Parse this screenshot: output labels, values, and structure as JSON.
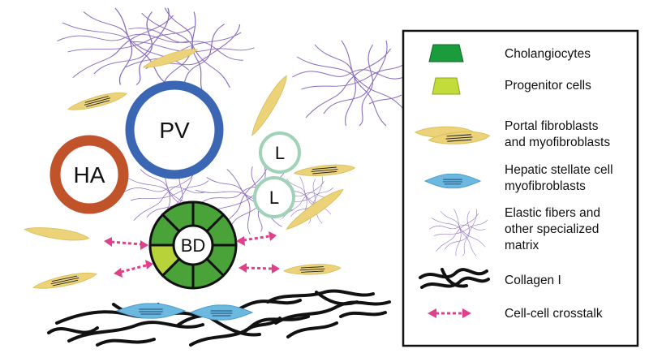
{
  "diagram": {
    "structures": {
      "portal_vein": "PV",
      "hepatic_artery": "HA",
      "bile_duct": "BD",
      "lymphatic_1": "L",
      "lymphatic_2": "L"
    },
    "colors": {
      "portal_vein": "#3a66b3",
      "hepatic_artery": "#c0532a",
      "lymphatic": "#9fd2b6",
      "cholangiocyte": "#4aa338",
      "progenitor": "#b8d23a",
      "fibroblast": "#ecd37a",
      "stellate": "#6bb8e0",
      "elastic_fiber": "#8a6bbd",
      "collagen": "#111111",
      "crosstalk": "#e0408a"
    }
  },
  "legend": {
    "items": [
      {
        "key": "cholangiocytes",
        "icon": "green-trapezoid-icon",
        "lines": [
          "Cholangiocytes"
        ]
      },
      {
        "key": "progenitor",
        "icon": "lime-trapezoid-icon",
        "lines": [
          "Progenitor cells"
        ]
      },
      {
        "key": "fibroblasts",
        "icon": "fibroblast-icon",
        "lines": [
          "Portal fibroblasts",
          "and myofibroblasts"
        ]
      },
      {
        "key": "stellate",
        "icon": "stellate-cell-icon",
        "lines": [
          "Hepatic stellate cell",
          "myofibroblasts"
        ]
      },
      {
        "key": "elastic",
        "icon": "elastic-fibers-icon",
        "lines": [
          "Elastic fibers and",
          "other specialized",
          "matrix"
        ]
      },
      {
        "key": "collagen",
        "icon": "collagen-icon",
        "lines": [
          "Collagen I"
        ]
      },
      {
        "key": "crosstalk",
        "icon": "double-arrow-icon",
        "lines": [
          "Cell-cell crosstalk"
        ]
      }
    ]
  }
}
